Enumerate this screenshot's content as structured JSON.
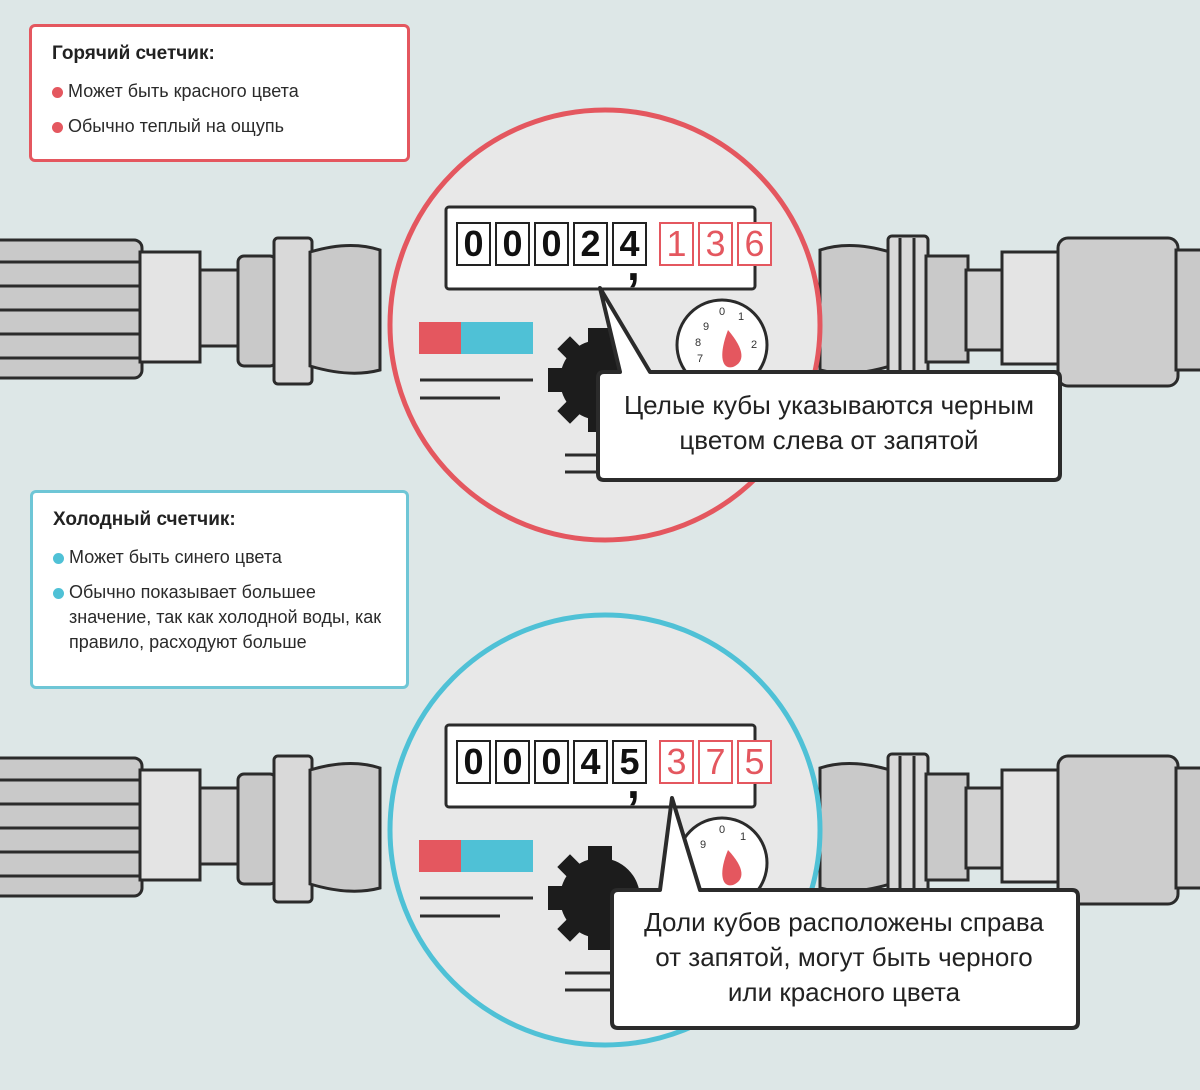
{
  "hot_meter": {
    "title": "Горячий счетчик:",
    "items": [
      "Может быть красного цвета",
      "Обычно теплый на ощупь"
    ],
    "digits_whole": [
      "0",
      "0",
      "0",
      "2",
      "4"
    ],
    "comma": ",",
    "digits_fraction": [
      "1",
      "3",
      "6"
    ],
    "dial_numbers": [
      "0",
      "1",
      "2",
      "7",
      "8",
      "9"
    ]
  },
  "cold_meter": {
    "title": "Холодный счетчик:",
    "items": [
      "Может быть синего цвета",
      "Обычно показывает большее значение, так как холодной воды, как правило, расходуют больше"
    ],
    "digits_whole": [
      "0",
      "0",
      "0",
      "4",
      "5"
    ],
    "comma": ",",
    "digits_fraction": [
      "3",
      "7",
      "5"
    ],
    "dial_numbers": [
      "0",
      "1",
      "9"
    ]
  },
  "callouts": {
    "whole_label_line1": "Целые кубы указываются черным",
    "whole_label_line2": "цветом слева от запятой",
    "fraction_label_line1": "Доли кубов расположены справа",
    "fraction_label_line2": "от запятой, могут быть черного",
    "fraction_label_line3": "или красного цвета"
  },
  "colors": {
    "hot": "#e4575f",
    "cold": "#4fc1d6",
    "pipe": "#d9d9d9",
    "pipe_dark": "#c6c6c6",
    "background": "#dde7e7"
  }
}
